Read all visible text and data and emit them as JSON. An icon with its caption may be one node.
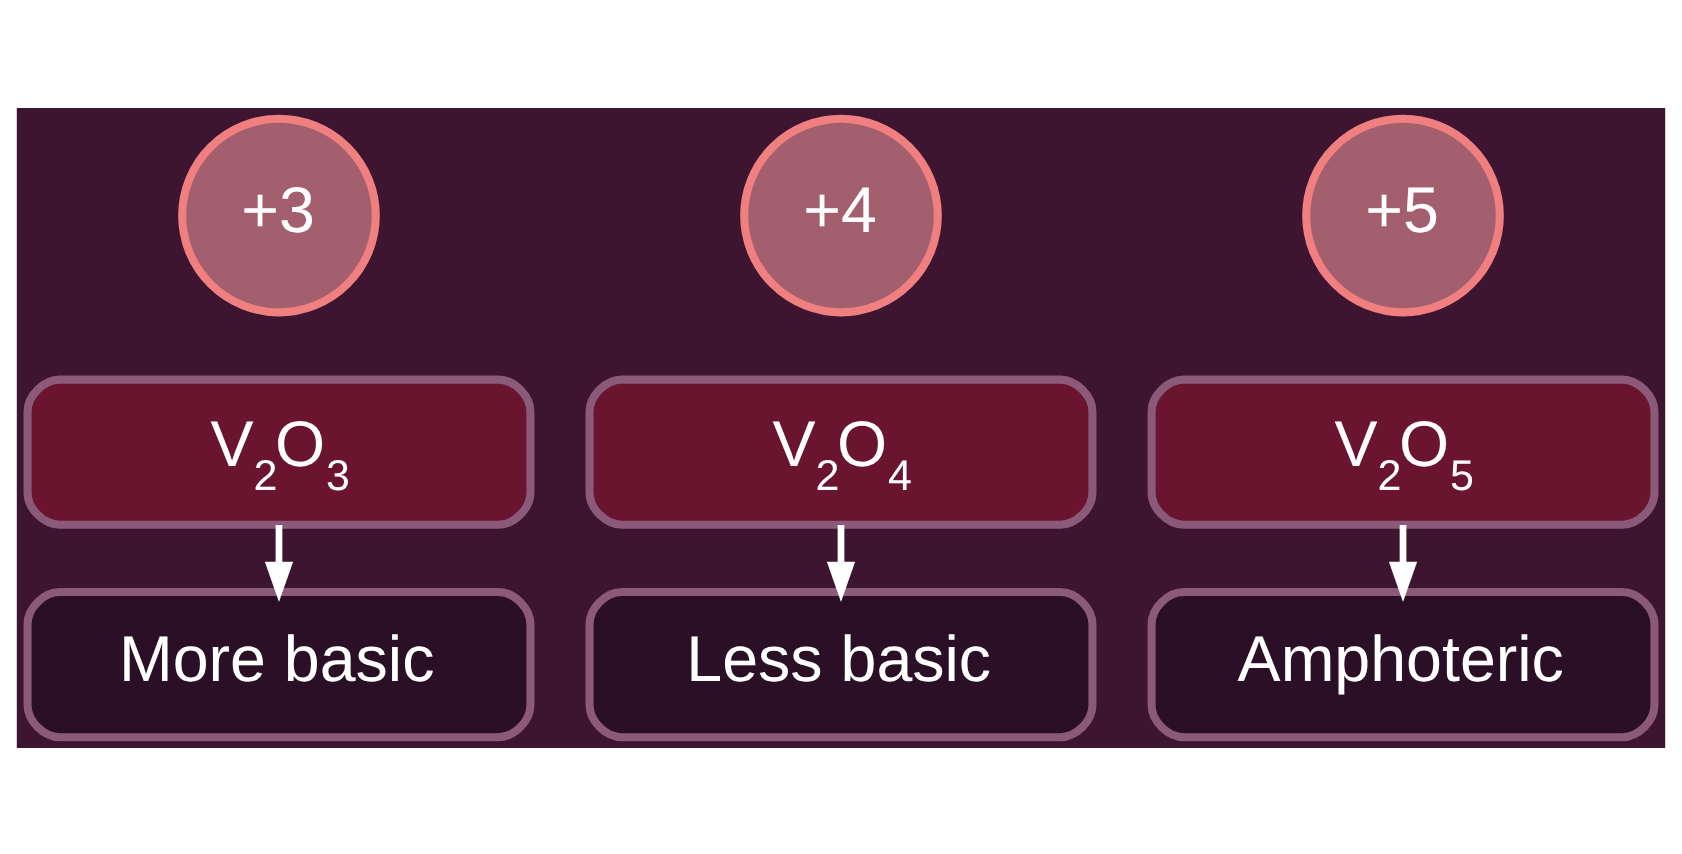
{
  "diagram": {
    "nodes": [
      {
        "text": [
          "+3"
        ]
      },
      {
        "text": [
          "+4"
        ]
      },
      {
        "text": [
          "+5"
        ]
      },
      {
        "text": [
          "V$_{2}$O$_{3}$"
        ]
      },
      {
        "text": [
          "V$_{2}$O$_{4}$"
        ]
      },
      {
        "text": [
          "V$_{2}$O$_{5}$"
        ]
      },
      {
        "text": [
          "More basic"
        ]
      },
      {
        "text": [
          "Less basic"
        ]
      },
      {
        "text": [
          "Amphoteric"
        ]
      }
    ],
    "edges": [
      {
        "from": 3,
        "to": 6,
        "arrow": "to"
      },
      {
        "from": 4,
        "to": 7,
        "arrow": "to"
      },
      {
        "from": 5,
        "to": 8,
        "arrow": "to"
      }
    ]
  }
}
